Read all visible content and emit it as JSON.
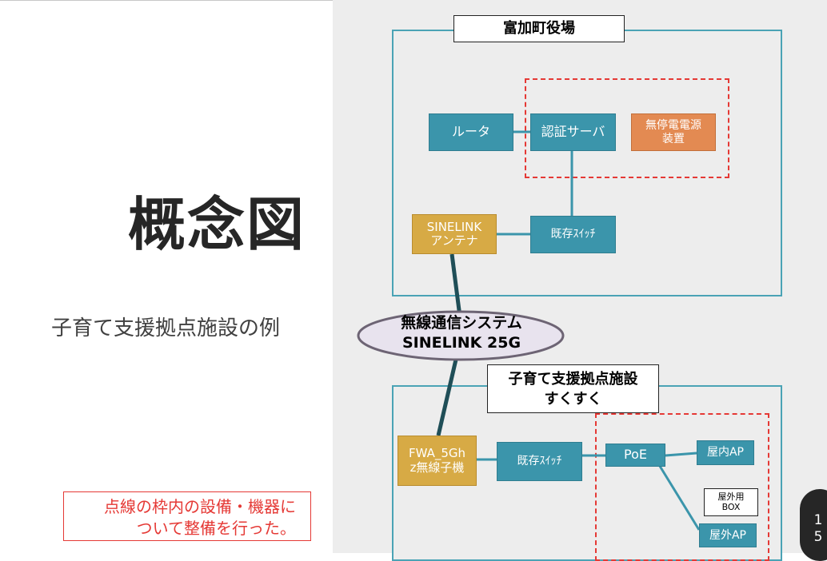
{
  "slide": {
    "title": "概念図",
    "subtitle": "子育て支援拠点施設の例",
    "note": {
      "line1": "点線の枠内の設備・機器に",
      "line2": "ついて整備を行った。"
    },
    "page_number": {
      "digit1": "1",
      "digit2": "5"
    }
  },
  "diagram": {
    "town_hall": {
      "label": "富加町役場",
      "router": "ルータ",
      "auth_server": "認証サーバ",
      "ups": {
        "line1": "無停電電源",
        "line2": "装置"
      },
      "antenna": {
        "line1": "SINELINK",
        "line2": "アンテナ"
      },
      "existing_switch": "既存ｽｲｯﾁ"
    },
    "wireless": {
      "line1": "無線通信システム",
      "line2": "SINELINK 25G"
    },
    "facility": {
      "label": {
        "line1": "子育て支援拠点施設",
        "line2": "すくすく"
      },
      "fwa": {
        "line1": "FWA_5Gh",
        "line2": "z無線子機"
      },
      "existing_switch": "既存ｽｲｯﾁ",
      "poe": "PoE",
      "indoor_ap": "屋内AP",
      "outdoor_box": {
        "line1": "屋外用",
        "line2": "BOX"
      },
      "outdoor_ap": "屋外AP"
    }
  },
  "colors": {
    "teal": "#3b95ab",
    "orange": "#e38a52",
    "gold": "#d7aa45",
    "red_dashed": "#e53935",
    "region_border": "#4aa3b5"
  }
}
